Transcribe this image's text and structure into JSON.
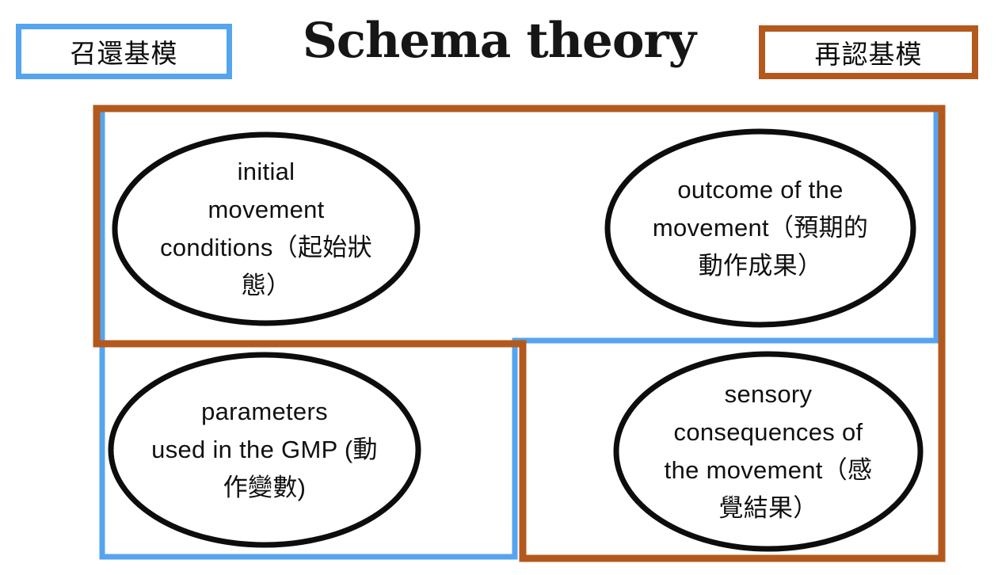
{
  "title": "Schema theory",
  "labels": {
    "recall": "召還基模",
    "recognition": "再認基模"
  },
  "colors": {
    "recall_blue": "#55A4F0",
    "recognition_brown": "#B3591D",
    "ellipse_stroke": "#0d0d0d",
    "text_color": "#101010"
  },
  "nodes": {
    "initial_conditions": "initial\nmovement\nconditions（起始狀\n態）",
    "outcome": "outcome of the\nmovement（預期的\n動作成果）",
    "parameters": "parameters\nused in the GMP (動\n作變數)",
    "sensory_consequences": "sensory\nconsequences of\nthe movement（感\n覺結果）"
  }
}
